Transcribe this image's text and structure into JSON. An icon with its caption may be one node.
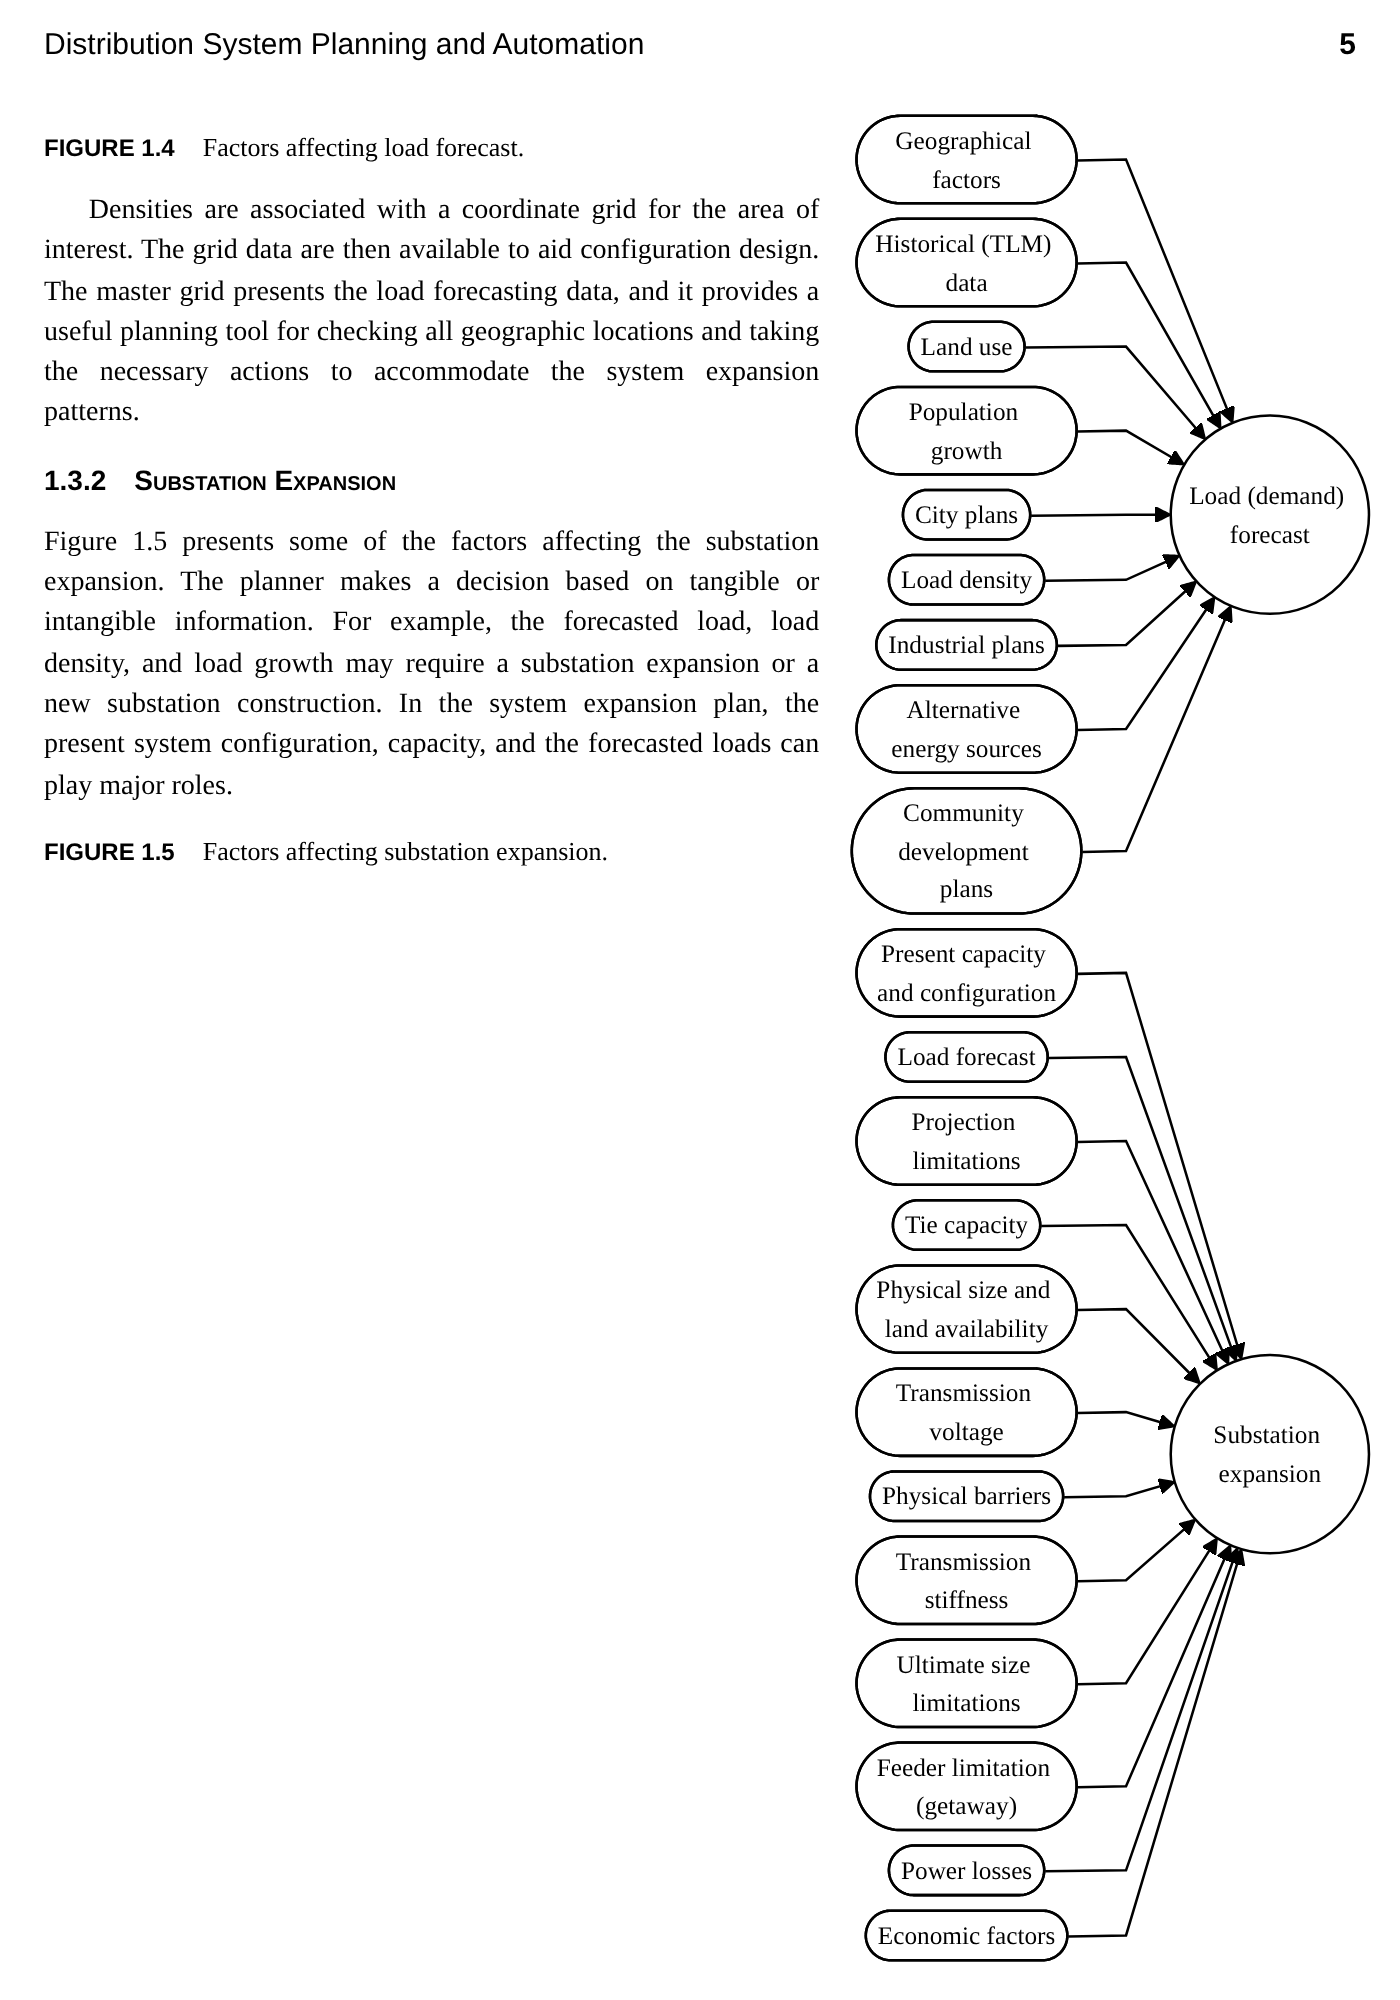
{
  "diagram": {
    "nodes": [
      {
        "text": [
          "Geographical factors"
        ]
      },
      {
        "text": [
          "Historical (TLM) data"
        ]
      },
      {
        "text": [
          "Land use"
        ]
      },
      {
        "text": [
          "Population growth"
        ]
      },
      {
        "text": [
          "Load (demand) forecast"
        ]
      },
      {
        "text": [
          "City plans"
        ]
      },
      {
        "text": [
          "Load density"
        ]
      },
      {
        "text": [
          "Industrial plans"
        ]
      },
      {
        "text": [
          "Alternative energy sources"
        ]
      },
      {
        "text": [
          "Community development plans"
        ]
      },
      {
        "text": [
          "Present capacity and configuration"
        ]
      },
      {
        "text": [
          "Load forecast"
        ]
      },
      {
        "text": [
          "Projection limitations"
        ]
      },
      {
        "text": [
          "Tie capacity"
        ]
      },
      {
        "text": [
          "Physical size and land availability"
        ]
      },
      {
        "text": [
          "Substation expansion"
        ]
      },
      {
        "text": [
          "Transmission voltage"
        ]
      },
      {
        "text": [
          "Physical barriers"
        ]
      },
      {
        "text": [
          "Transmission stiffness"
        ]
      },
      {
        "text": [
          "Ultimate size limitations"
        ]
      },
      {
        "text": [
          "Feeder limitation (getaway)"
        ]
      },
      {
        "text": [
          "Power losses"
        ]
      },
      {
        "text": [
          "Economic factors"
        ]
      }
    ],
    "edges": [
      {
        "from": 0,
        "to": 4,
        "arrow": "to"
      },
      {
        "from": 1,
        "to": 4,
        "arrow": "to"
      },
      {
        "from": 2,
        "to": 4,
        "arrow": "to"
      },
      {
        "from": 3,
        "to": 4,
        "arrow": "to"
      },
      {
        "from": 5,
        "to": 4,
        "arrow": "to"
      },
      {
        "from": 6,
        "to": 4,
        "arrow": "to"
      },
      {
        "from": 7,
        "to": 4,
        "arrow": "to"
      },
      {
        "from": 8,
        "to": 4,
        "arrow": "to"
      },
      {
        "from": 9,
        "to": 4,
        "arrow": "to"
      },
      {
        "from": 10,
        "to": 15,
        "arrow": "to"
      },
      {
        "from": 11,
        "to": 15,
        "arrow": "to"
      },
      {
        "from": 12,
        "to": 15,
        "arrow": "to"
      },
      {
        "from": 13,
        "to": 15,
        "arrow": "to"
      },
      {
        "from": 14,
        "to": 15,
        "arrow": "to"
      },
      {
        "from": 16,
        "to": 15,
        "arrow": "to"
      },
      {
        "from": 17,
        "to": 15,
        "arrow": "to"
      },
      {
        "from": 18,
        "to": 15,
        "arrow": "to"
      },
      {
        "from": 19,
        "to": 15,
        "arrow": "to"
      },
      {
        "from": 20,
        "to": 15,
        "arrow": "to"
      },
      {
        "from": 21,
        "to": 15,
        "arrow": "to"
      },
      {
        "from": 22,
        "to": 15,
        "arrow": "to"
      }
    ],
    "labels": [
      "Distribution System Planning and Automation",
      "5",
      "FIGURE 1.4",
      "Factors affecting load forecast.",
      "Densities are associated with a coordinate grid for the area of interest. The grid data are then available to aid configuration design. The master grid presents the load forecasting data, and it provides a useful planning tool for checking all geographic locations and taking the necessary actions to accommodate the system expansion patterns.",
      "1.3.2",
      "Substation Expansion",
      "Figure 1.5 presents some of the factors affecting the substation expansion. The planner makes a decision based on tangible or intangible information. For example, the forecasted load, load density, and load growth may require a substation expansion or a new substation construction. In the system expansion plan, the present system configuration, capacity, and the forecasted loads can play major roles.",
      "FIGURE 1.5",
      "Factors affecting substation expansion."
    ]
  }
}
